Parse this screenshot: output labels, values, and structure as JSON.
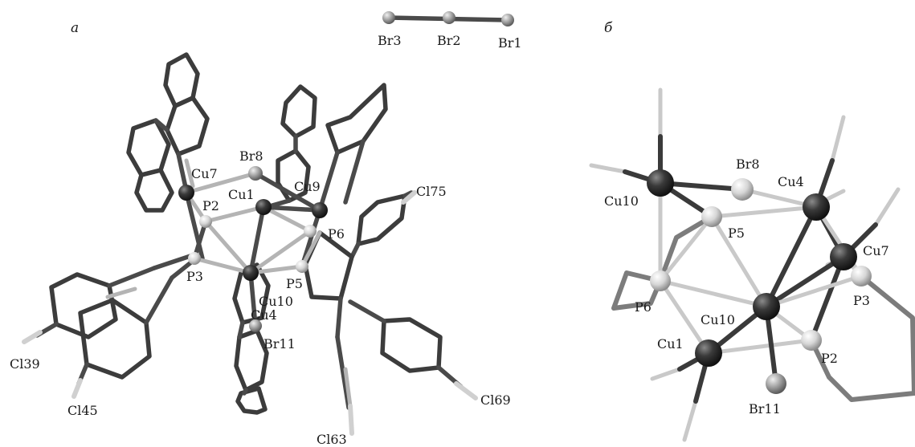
{
  "panels": {
    "a": {
      "letter": "а",
      "chain_labels": [
        "Br3",
        "Br2",
        "Br1"
      ],
      "atom_labels": {
        "cu7": "Cu7",
        "br8": "Br8",
        "cu1": "Cu1",
        "cu9": "Cu9",
        "cl75": "Cl75",
        "p2": "P2",
        "p6": "P6",
        "p3": "P3",
        "p5": "P5",
        "cu10": "Cu10",
        "cu4": "Cu4",
        "br11": "Br11",
        "cl39": "Cl39",
        "cl45": "Cl45",
        "cl63": "Cl63",
        "cl69": "Cl69"
      }
    },
    "b": {
      "letter": "б",
      "atom_labels": {
        "br8": "Br8",
        "cu4": "Cu4",
        "cu10top": "Cu10",
        "p5": "P5",
        "cu7": "Cu7",
        "p6": "P6",
        "cu10mid": "Cu10",
        "p3": "P3",
        "cu1": "Cu1",
        "p2": "P2",
        "br11": "Br11"
      }
    }
  },
  "colors": {
    "cu_atom": "#2e2e2e",
    "p_atom": "#d4d4d4",
    "br_atom": "#a0a0a0",
    "bond_dark": "#4a4a4a",
    "bond_light": "#b4b4b4"
  }
}
